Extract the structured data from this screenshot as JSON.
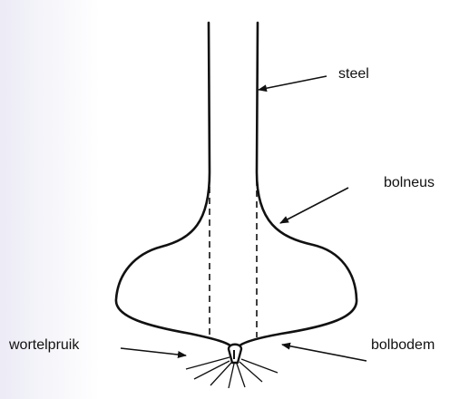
{
  "labels": {
    "steel": "steel",
    "bolneus": "bolneus",
    "wortelpruik": "wortelpruik",
    "bolbodem": "bolbodem"
  },
  "colors": {
    "line": "#111111",
    "background_tint": "#ecebf6"
  },
  "parts": [
    "steel",
    "bolneus",
    "bolbodem",
    "wortelpruik"
  ]
}
